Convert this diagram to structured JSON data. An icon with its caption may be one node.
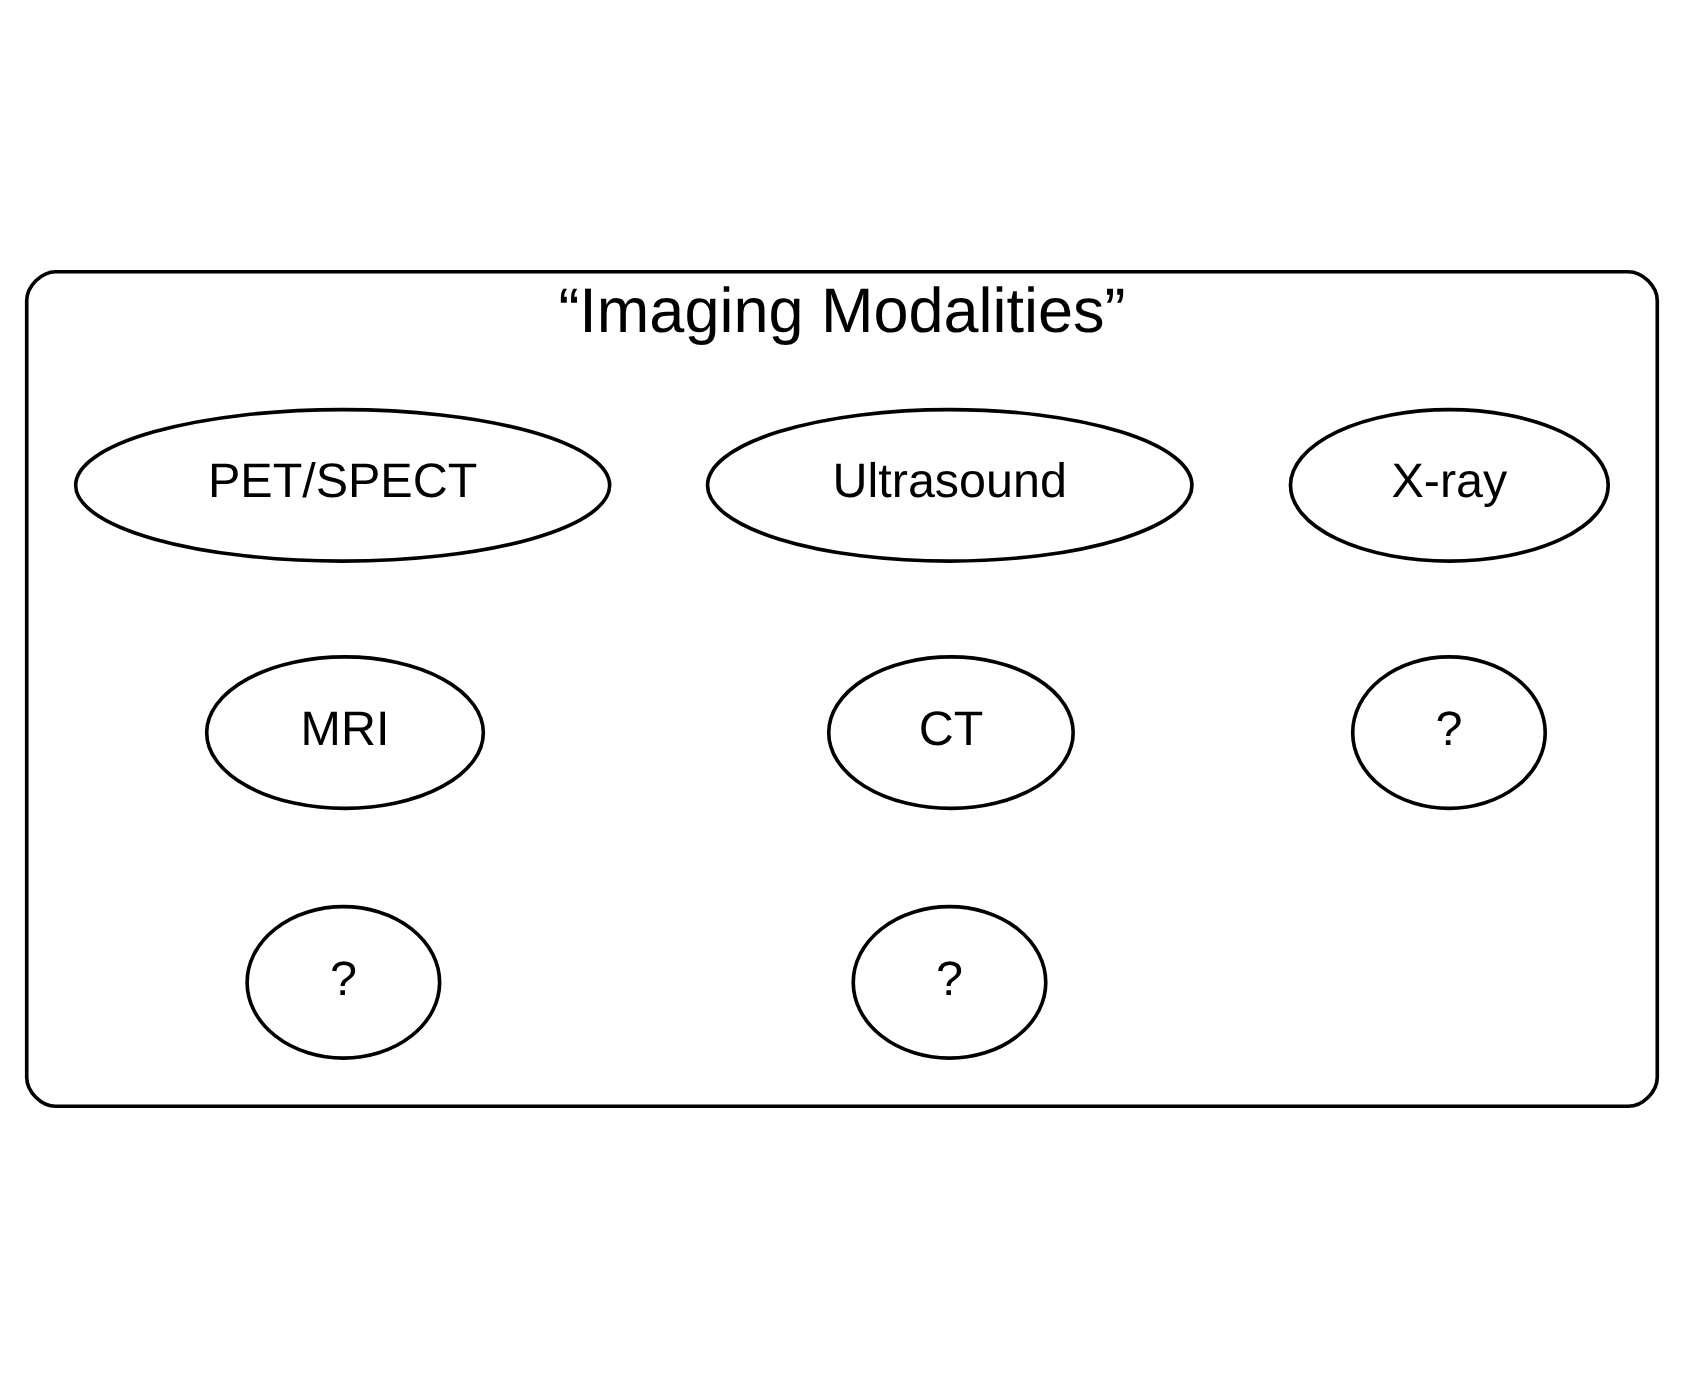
{
  "diagram": {
    "nodes": [
      {
        "text": [
          "“Imaging Modalities”"
        ]
      },
      {
        "text": [
          "?"
        ],
        "in": 0
      },
      {
        "text": [
          "?"
        ],
        "in": 0
      },
      {
        "text": [
          "X-ray"
        ],
        "in": 0
      },
      {
        "text": [
          "MRI"
        ],
        "in": 0
      },
      {
        "text": [
          "CT"
        ],
        "in": 0
      },
      {
        "text": [
          "PET/SPECT"
        ],
        "in": 0
      },
      {
        "text": [
          "?"
        ],
        "in": 0
      },
      {
        "text": [
          "Ultrasound"
        ],
        "in": 0
      }
    ],
    "edges": []
  }
}
